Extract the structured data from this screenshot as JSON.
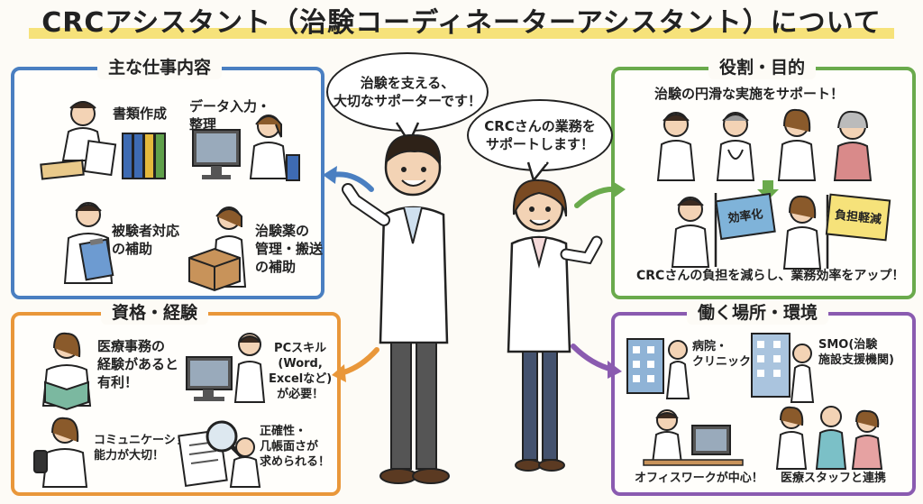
{
  "title": "CRCアシスタント（治験コーディネーターアシスタント）について",
  "colors": {
    "blue": "#4a7fc1",
    "green": "#6aaa4c",
    "orange": "#e9973a",
    "purple": "#8a5bb0",
    "highlight": "#f6e27a"
  },
  "bubbles": {
    "male": "治験を支える、\n大切なサポーターです！",
    "female": "CRCさんの業務を\nサポートします！"
  },
  "panels": {
    "duties": {
      "title": "主な仕事内容",
      "items": [
        {
          "label": "書類作成",
          "icon": "document-binders-icon"
        },
        {
          "label": "データ入力・\n整理",
          "icon": "computer-icon"
        },
        {
          "label": "被験者対応\nの補助",
          "icon": "clipboard-icon"
        },
        {
          "label": "治験薬の\n管理・搬送\nの補助",
          "icon": "package-icon"
        }
      ]
    },
    "role": {
      "title": "役割・目的",
      "subtitle": "治験の円滑な実施をサポート！",
      "flag1": "効率化",
      "flag2": "負担軽減",
      "footer": "CRCさんの負担を減らし、業務効率をアップ！"
    },
    "qualifications": {
      "title": "資格・経験",
      "items": [
        {
          "label": "医療事務の\n経験があると\n有利！",
          "icon": "book-icon"
        },
        {
          "label": "PCスキル\n(Word,\nExcelなど)\nが必要！",
          "icon": "pc-icon"
        },
        {
          "label": "コミュニケーション\n能力が大切！",
          "icon": "phone-icon"
        },
        {
          "label": "正確性・\n几帳面さが\n求められる！",
          "icon": "magnifier-icon"
        }
      ]
    },
    "workplace": {
      "title": "働く場所・環境",
      "items": [
        {
          "label": "病院・\nクリニック",
          "icon": "hospital-icon"
        },
        {
          "label": "SMO(治験\n施設支援機関)",
          "icon": "office-building-icon"
        },
        {
          "label": "オフィスワークが中心！",
          "icon": "desk-icon"
        },
        {
          "label": "医療スタッフと連携",
          "icon": "team-icon"
        }
      ]
    }
  }
}
